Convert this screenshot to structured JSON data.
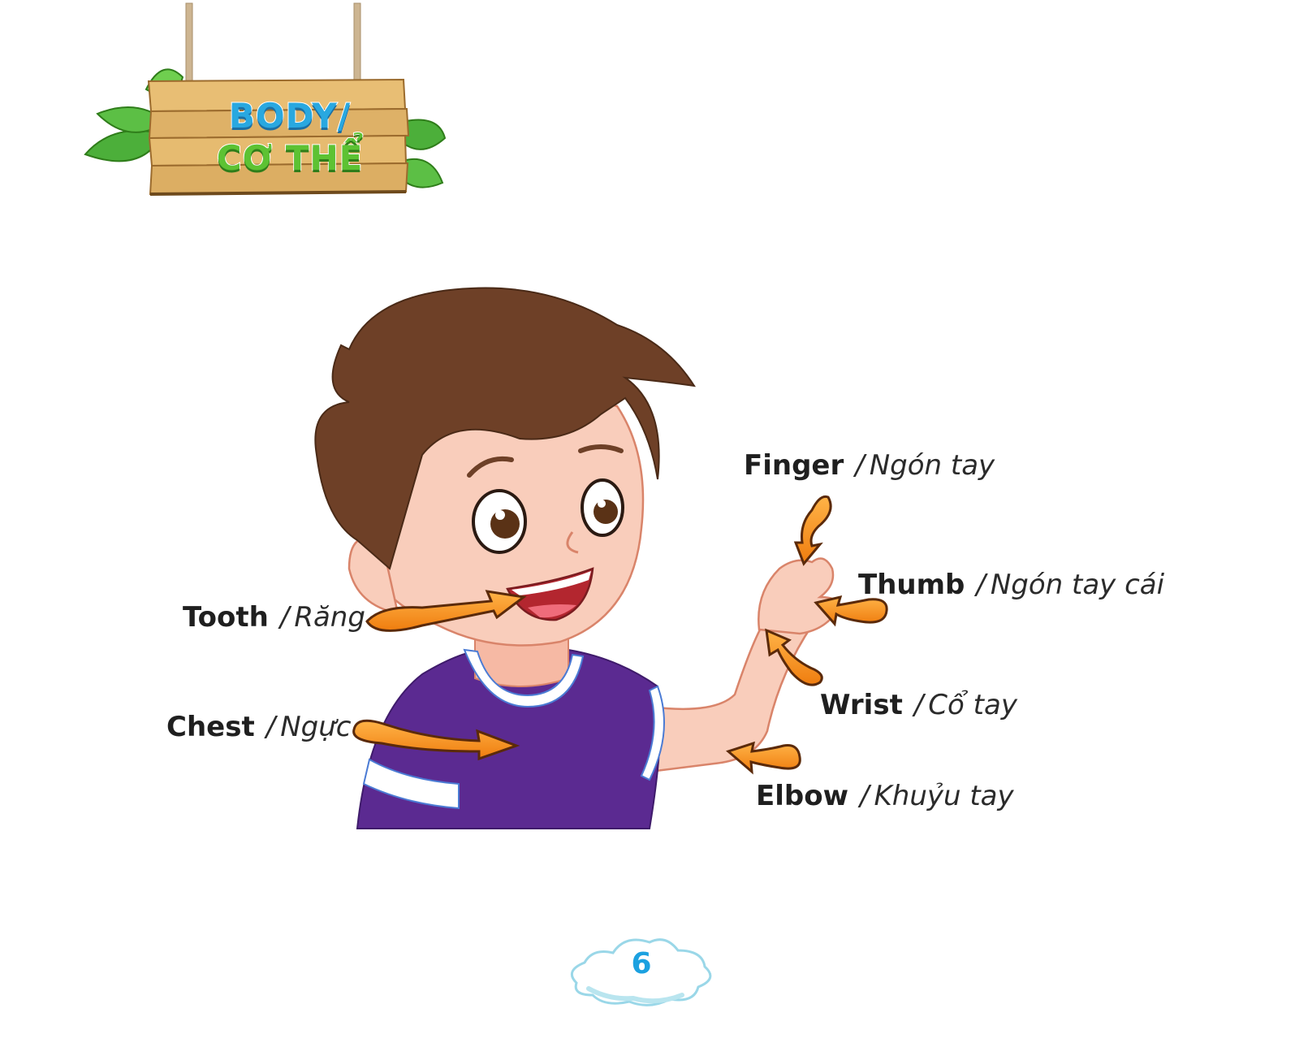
{
  "sign": {
    "line1": "BODY/",
    "line2": "CƠ THỂ"
  },
  "labels": {
    "tooth": {
      "en": "Tooth",
      "sep": "/",
      "vi": "Răng"
    },
    "chest": {
      "en": "Chest",
      "sep": "/",
      "vi": "Ngực"
    },
    "finger": {
      "en": "Finger",
      "sep": "/",
      "vi": "Ngón tay"
    },
    "thumb": {
      "en": "Thumb",
      "sep": "/",
      "vi": "Ngón tay cái"
    },
    "wrist": {
      "en": "Wrist",
      "sep": "/",
      "vi": "Cổ tay"
    },
    "elbow": {
      "en": "Elbow",
      "sep": "/",
      "vi": "Khuỷu tay"
    }
  },
  "page_number": "6",
  "colors": {
    "arrow": "#f7931e",
    "shirt": "#5b2a91",
    "hair": "#6e4027",
    "skin": "#f9cdbb",
    "wood": "#e2b468",
    "leaf": "#4caf3a",
    "page_number": "#1ca1e0"
  }
}
